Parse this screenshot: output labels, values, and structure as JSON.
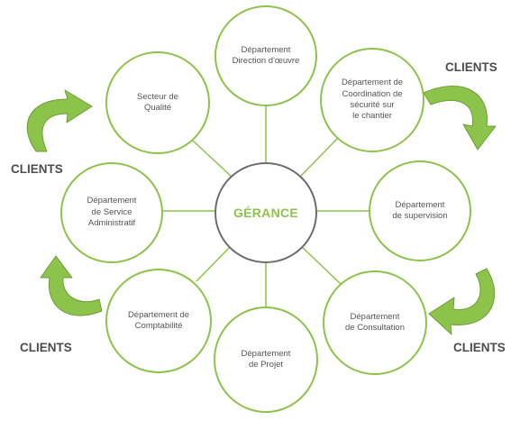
{
  "diagram": {
    "center": {
      "label": "GÉRANCE"
    },
    "nodes": [
      {
        "id": "direction-oeuvre",
        "label": "Département\nDirection d'œuvre"
      },
      {
        "id": "coordination-securite",
        "label": "Département  de\nCoordination de\nsécurité sur\nle chantier"
      },
      {
        "id": "supervision",
        "label": "Département\nde supervision"
      },
      {
        "id": "consultation",
        "label": "Département\nde Consultation"
      },
      {
        "id": "projet",
        "label": "Département\nde Projet"
      },
      {
        "id": "comptabilite",
        "label": "Département de\nComptabilité"
      },
      {
        "id": "service-administratif",
        "label": "Département\nde Service\nAdministratif"
      },
      {
        "id": "qualite",
        "label": "Secteur de\nQualité"
      }
    ],
    "clients": [
      {
        "id": "top-right",
        "label": "CLIENTS"
      },
      {
        "id": "left-upper",
        "label": "CLIENTS"
      },
      {
        "id": "left-lower",
        "label": "CLIENTS"
      },
      {
        "id": "bottom-right",
        "label": "CLIENTS"
      }
    ]
  },
  "colors": {
    "accent": "#8cc34b",
    "arrow_fill": "#8cc34b",
    "arrow_stroke": "#6e9e35",
    "center_border": "#6d6d6d",
    "text": "#555555",
    "client_text": "#4d4d4d"
  }
}
